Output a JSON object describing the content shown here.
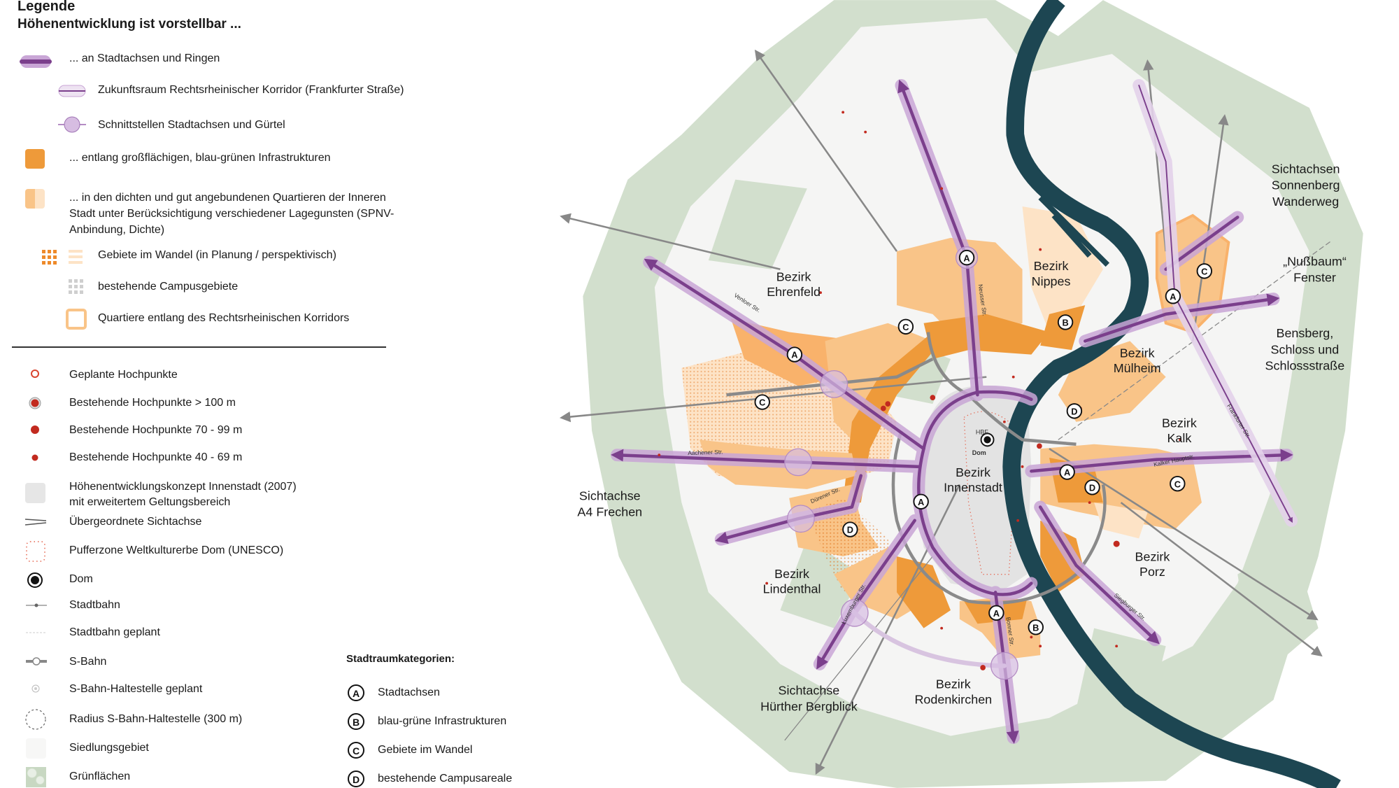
{
  "legend": {
    "title": "Legende",
    "subtitle": "Höhenentwicklung ist vorstellbar ...",
    "items_top": [
      {
        "label": "... an Stadtachsen und Ringen",
        "icon": "purple-axis-icon"
      },
      {
        "label": "Zukunftsraum Rechtsrheinischer Korridor (Frankfurter Straße)",
        "icon": "light-purple-corridor-icon"
      },
      {
        "label": "Schnittstellen Stadtachsen und Gürtel",
        "icon": "purple-node-icon"
      },
      {
        "label": "... entlang großflächigen, blau-grünen Infrastrukturen",
        "icon": "orange-square-icon"
      },
      {
        "label_lines": [
          "... in den dichten und gut angebundenen Quartieren der Inneren",
          "Stadt unter Berücksichtigung verschiedener Lagegunsten (SPNV-",
          "Anbindung, Dichte)"
        ],
        "icon": "light-orange-square-icon"
      },
      {
        "label": "Gebiete im Wandel (in Planung / perspektivisch)",
        "icon": "orange-dots-stripes-icon"
      },
      {
        "label": "bestehende Campusgebiete",
        "icon": "grey-dots-icon"
      },
      {
        "label": "Quartiere entlang des Rechtsrheinischen Korridors",
        "icon": "orange-outline-square-icon"
      }
    ],
    "items_bottom": [
      {
        "label": "Geplante Hochpunkte"
      },
      {
        "label": "Bestehende Hochpunkte > 100 m"
      },
      {
        "label": "Bestehende Hochpunkte 70 - 99 m"
      },
      {
        "label": "Bestehende Hochpunkte 40 - 69 m"
      },
      {
        "label_lines": [
          "Höhenentwicklungskonzept Innenstadt (2007)",
          "mit erweitertem Geltungsbereich"
        ]
      },
      {
        "label": "Übergeordnete Sichtachse"
      },
      {
        "label": "Pufferzone Weltkulturerbe Dom (UNESCO)"
      },
      {
        "label": "Dom"
      },
      {
        "label": "Stadtbahn"
      },
      {
        "label": "Stadtbahn geplant"
      },
      {
        "label": "S-Bahn"
      },
      {
        "label": "S-Bahn-Haltestelle geplant"
      },
      {
        "label": "Radius S-Bahn-Haltestelle (300 m)"
      },
      {
        "label": "Siedlungsgebiet"
      },
      {
        "label": "Grünflächen"
      }
    ],
    "categories": {
      "title": "Stadtraumkategorien:",
      "items": [
        {
          "letter": "A",
          "label": "Stadtachsen"
        },
        {
          "letter": "B",
          "label": "blau-grüne Infrastrukturen"
        },
        {
          "letter": "C",
          "label": "Gebiete im Wandel"
        },
        {
          "letter": "D",
          "label": "bestehende Campusareale"
        }
      ]
    }
  },
  "map": {
    "districts": [
      [
        "Bezirk",
        "Ehrenfeld"
      ],
      [
        "Bezirk",
        "Nippes"
      ],
      [
        "Bezirk",
        "Mülheim"
      ],
      [
        "Bezirk",
        "Kalk"
      ],
      [
        "Bezirk",
        "Innenstadt"
      ],
      [
        "Bezirk",
        "Lindenthal"
      ],
      [
        "Bezirk",
        "Porz"
      ],
      [
        "Bezirk",
        "Rodenkirchen"
      ]
    ],
    "sightlines": [
      [
        "Sichtachsen",
        "Sonnenberg",
        "Wanderweg"
      ],
      [
        "„Nußbaum“",
        "Fenster"
      ],
      [
        "Bensberg,",
        "Schloss und",
        "Schlossstraße"
      ],
      [
        "Sichtachse",
        "A4 Frechen"
      ],
      [
        "Sichtachse",
        "Hürther Bergblick"
      ]
    ],
    "streets": [
      "Venloer Str.",
      "Aachener Str.",
      "Dürener Str.",
      "Neusser Str.",
      "Luxemburger Str.",
      "Bonner Str.",
      "Kalker Hauptstr.",
      "Siegburger Str.",
      "Frankfurter Str."
    ],
    "hbf": "HBF",
    "dom": "Dom",
    "markers": [
      "A",
      "B",
      "C",
      "A",
      "C",
      "A",
      "C",
      "D",
      "A",
      "D",
      "C",
      "A",
      "D",
      "A",
      "B"
    ]
  },
  "colors": {
    "purple": "#7b3f8c",
    "purple_light": "#c9a6d6",
    "orange": "#ee9a3a",
    "orange_light": "#f9c488",
    "orange_pale": "#fde3c6",
    "rhine": "#1d4652",
    "green": "#d2dfcd",
    "settlement": "#f5f5f4",
    "inner_city": "#e3e3e3",
    "hochpunkt_red": "#c22a1f"
  }
}
